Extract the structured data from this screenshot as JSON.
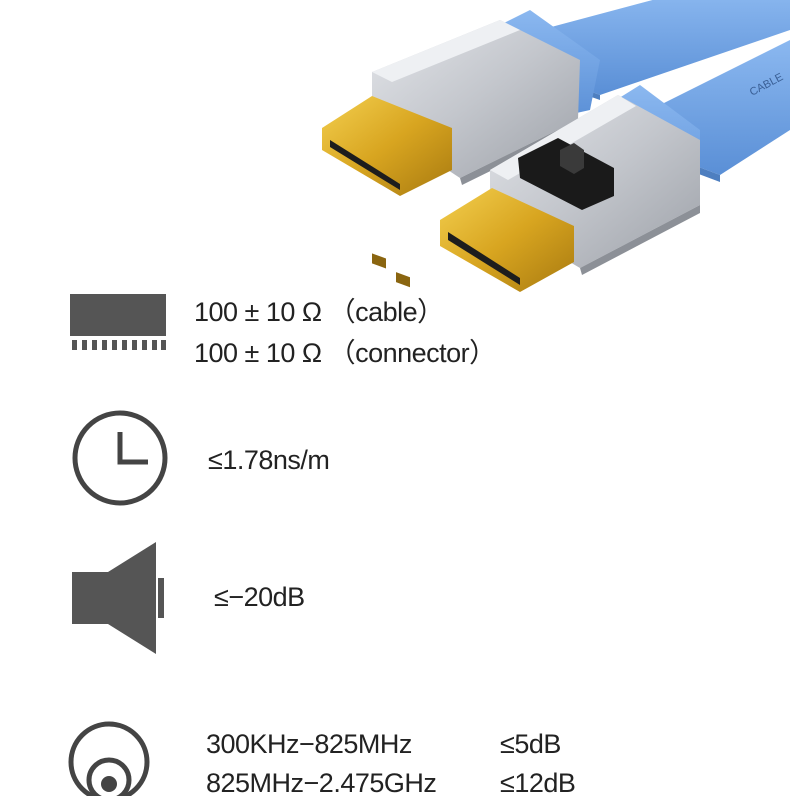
{
  "colors": {
    "cable_blue": "#6fa3e8",
    "connector_silver": "#c9ccd2",
    "gold_contact": "#d8a520",
    "icon_gray": "#555555"
  },
  "hero": {
    "cable_print": "CABLE"
  },
  "specs": {
    "impedance": {
      "icon": "ic-chip-icon",
      "line1": "100 ± 10 Ω （cable）",
      "line2": "100 ± 10 Ω （connector）"
    },
    "delay": {
      "icon": "clock-icon",
      "value": "≤1.78ns/m"
    },
    "crosstalk": {
      "icon": "speaker-icon",
      "value": "≤−20dB"
    },
    "attenuation": {
      "icon": "signal-target-icon",
      "rows": [
        {
          "range": "300KHz−825MHz",
          "value": "≤5dB"
        },
        {
          "range": "825MHz−2.475GHz",
          "value": "≤12dB"
        }
      ]
    }
  }
}
